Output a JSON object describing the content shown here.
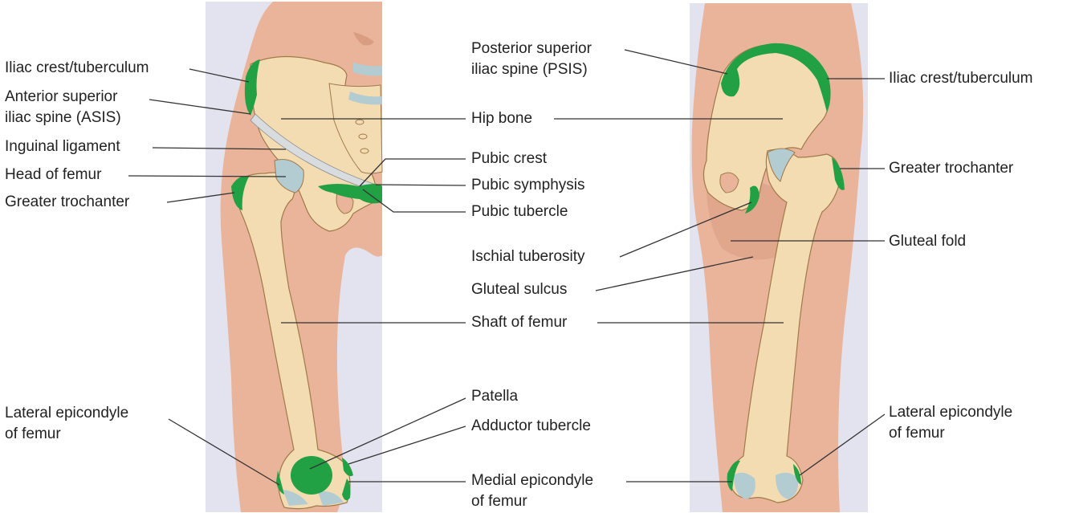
{
  "colors": {
    "panel_bg": "#e3e2ef",
    "skin": "#e9b49a",
    "skin_shadow": "#d99d82",
    "bone": "#f4dcb2",
    "bone_outline": "#a07a4a",
    "landmark_green": "#22a044",
    "cartilage": "#b2ccd2",
    "ligament": "#d8dcde",
    "leader_line": "#333333"
  },
  "left_labels": {
    "iliac_crest": "Iliac crest/tuberculum",
    "asis_1": "Anterior superior",
    "asis_2": "iliac spine (ASIS)",
    "inguinal_ligament": "Inguinal ligament",
    "head_of_femur": "Head of femur",
    "greater_trochanter": "Greater trochanter",
    "lateral_epicondyle_1": "Lateral epicondyle",
    "lateral_epicondyle_2": "of femur"
  },
  "center_labels": {
    "psis_1": "Posterior superior",
    "psis_2": "iliac spine (PSIS)",
    "hip_bone": "Hip bone",
    "pubic_crest": "Pubic crest",
    "pubic_symphysis": "Pubic symphysis",
    "pubic_tubercle": "Pubic tubercle",
    "ischial_tuberosity": "Ischial tuberosity",
    "gluteal_sulcus": "Gluteal sulcus",
    "shaft_of_femur": "Shaft of femur",
    "patella": "Patella",
    "adductor_tubercle": "Adductor tubercle",
    "medial_epicondyle_1": "Medial epicondyle",
    "medial_epicondyle_2": "of femur"
  },
  "right_labels": {
    "iliac_crest": "Iliac crest/tuberculum",
    "greater_trochanter": "Greater trochanter",
    "gluteal_fold": "Gluteal fold",
    "lateral_epicondyle_1": "Lateral epicondyle",
    "lateral_epicondyle_2": "of femur"
  }
}
